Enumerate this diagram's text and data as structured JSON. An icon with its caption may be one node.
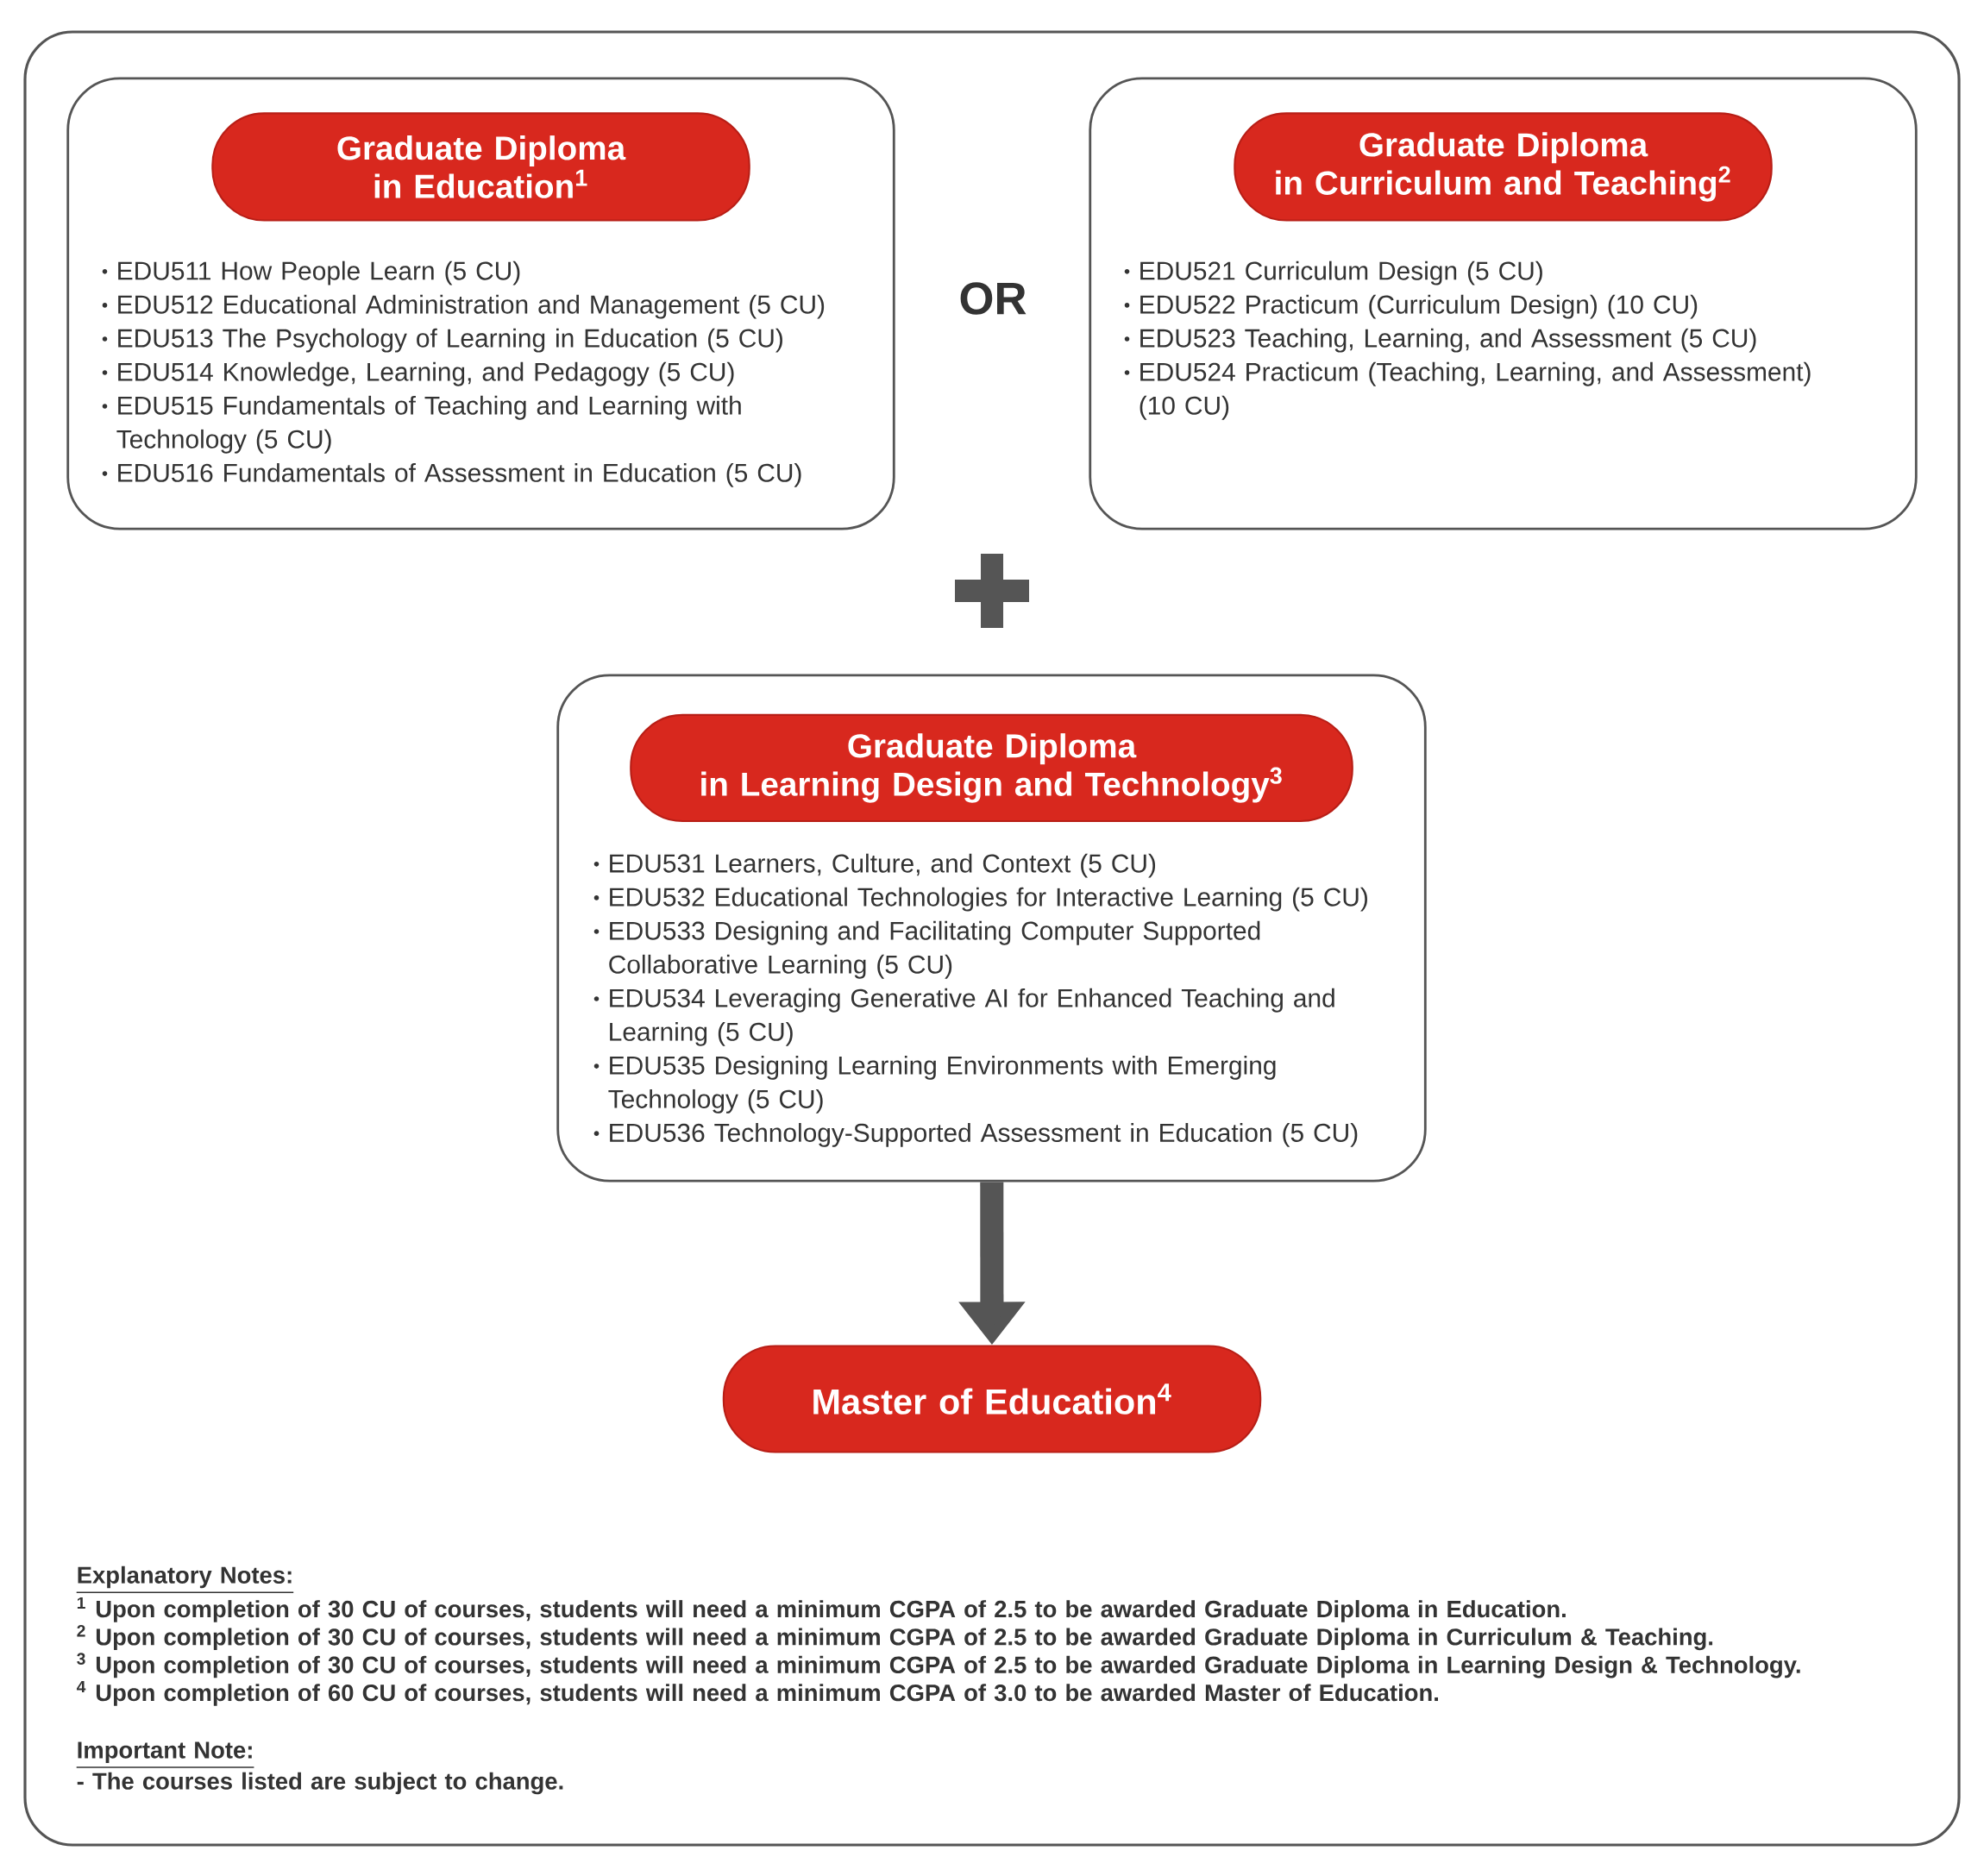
{
  "diagram": {
    "nodes": [
      {
        "text": [
          "EDU511 How People Learn (5 CU)",
          "EDU512 Educational Administration and Management (5 CU)",
          "EDU513 The Psychology of Learning in Education (5 CU)",
          "EDU514 Knowledge, Learning, and Pedagogy (5 CU)",
          "EDU515 Fundamentals of Teaching and Learning with Technology (5 CU)",
          "EDU516 Fundamentals of Assessment in Education (5 CU)"
        ]
      },
      {
        "text": [
          "Graduate Diploma in Education$^{1}$"
        ],
        "in": 0
      },
      {
        "text": [
          "EDU521 Curriculum Design (5 CU)",
          "EDU522 Practicum (Curriculum Design) (10 CU)",
          "EDU523 Teaching, Learning, and Assessment (5 CU)",
          "EDU524 Practicum (Teaching, Learning, and Assessment) (10 CU)"
        ]
      },
      {
        "text": [
          "Graduate Diploma in Curriculum and Teaching$^{2}$"
        ],
        "in": 2
      },
      {
        "text": [
          "EDU531 Learners, Culture, and Context  (5 CU)",
          "EDU532 Educational Technologies for Interactive Learning (5 CU)",
          "EDU533 Designing and Facilitating Computer Supported Collaborative Learning (5 CU)",
          "EDU534 Leveraging Generative AI for Enhanced Teaching and Learning (5 CU)",
          "EDU535 Designing Learning Environments with Emerging Technology (5 CU)",
          "EDU536 Technology-Supported Assessment in Education (5 CU)"
        ]
      },
      {
        "text": [
          "Graduate Diploma in Learning Design and Technology$^{3}$"
        ],
        "in": 4
      },
      {
        "text": [
          "Master of Education$^{4}$"
        ]
      }
    ],
    "edges": [
      {
        "from": 4,
        "to": 6,
        "arrow": "to"
      }
    ],
    "labels": [
      "OR",
      "Explanatory Notes:",
      "$^{1}$ Upon completion of 30 CU of courses, students will need a minimum CGPA of 2.5 to be awarded Graduate Diploma in Education.",
      "$^{2}$ Upon completion of 30 CU of courses, students will need a minimum CGPA of 2.5 to be awarded Graduate Diploma in Curriculum & Teaching.",
      "$^{3}$ Upon completion of 30 CU of courses, students will need a minimum CGPA of 2.5 to be awarded Graduate Diploma in Learning Design & Technology.",
      "$^{4}$ Upon completion of 60 CU of courses, students will need a minimum CGPA of 3.0 to be awarded Master of Education.",
      "Important Note:",
      "- The courses listed are subject to change."
    ]
  }
}
